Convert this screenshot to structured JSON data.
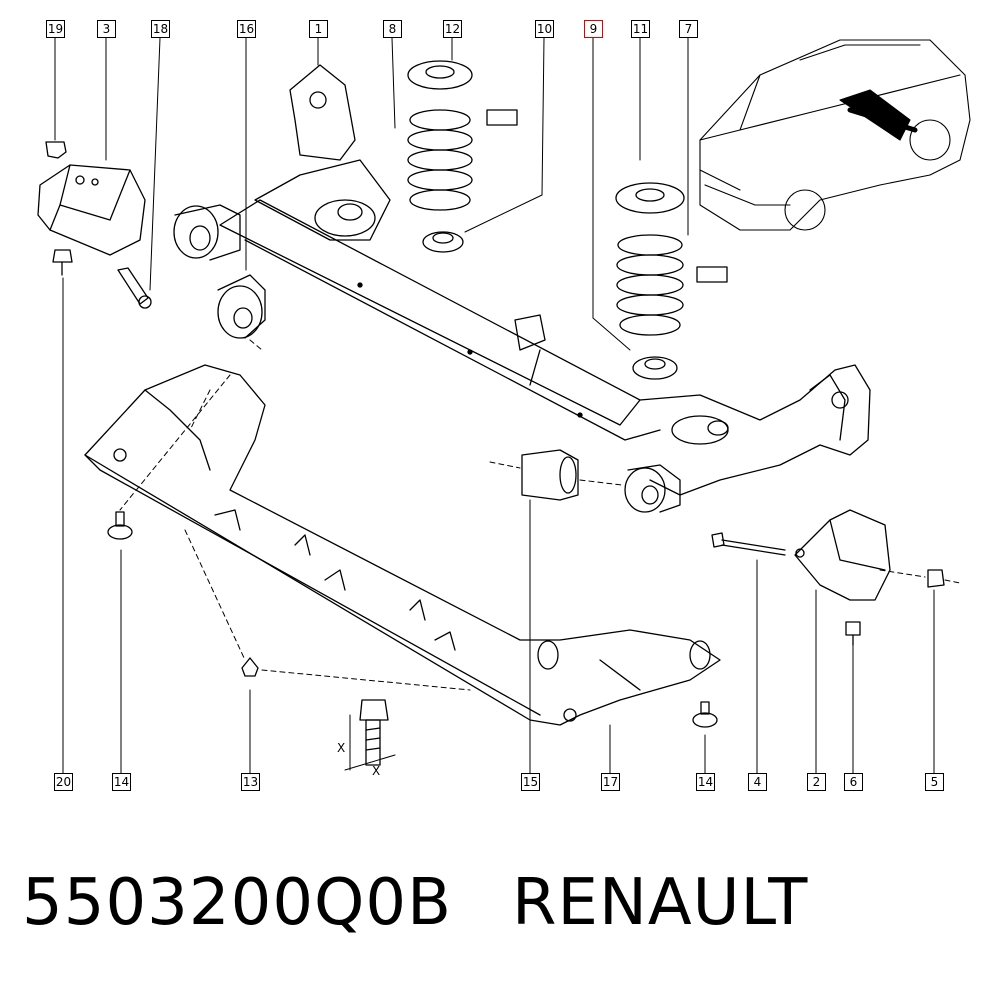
{
  "callouts_top": [
    "19",
    "3",
    "18",
    "16",
    "1",
    "8",
    "12",
    "10",
    "9",
    "11",
    "7"
  ],
  "callouts_bottom": [
    "20",
    "14",
    "13",
    "15",
    "17",
    "14",
    "4",
    "2",
    "6",
    "5"
  ],
  "highlighted_callout": "9",
  "dimension_labels": [
    "X",
    "X"
  ],
  "caption": {
    "part_number": "5503200Q0B",
    "brand": "RENAULT"
  },
  "highlight_color": "#e00000"
}
